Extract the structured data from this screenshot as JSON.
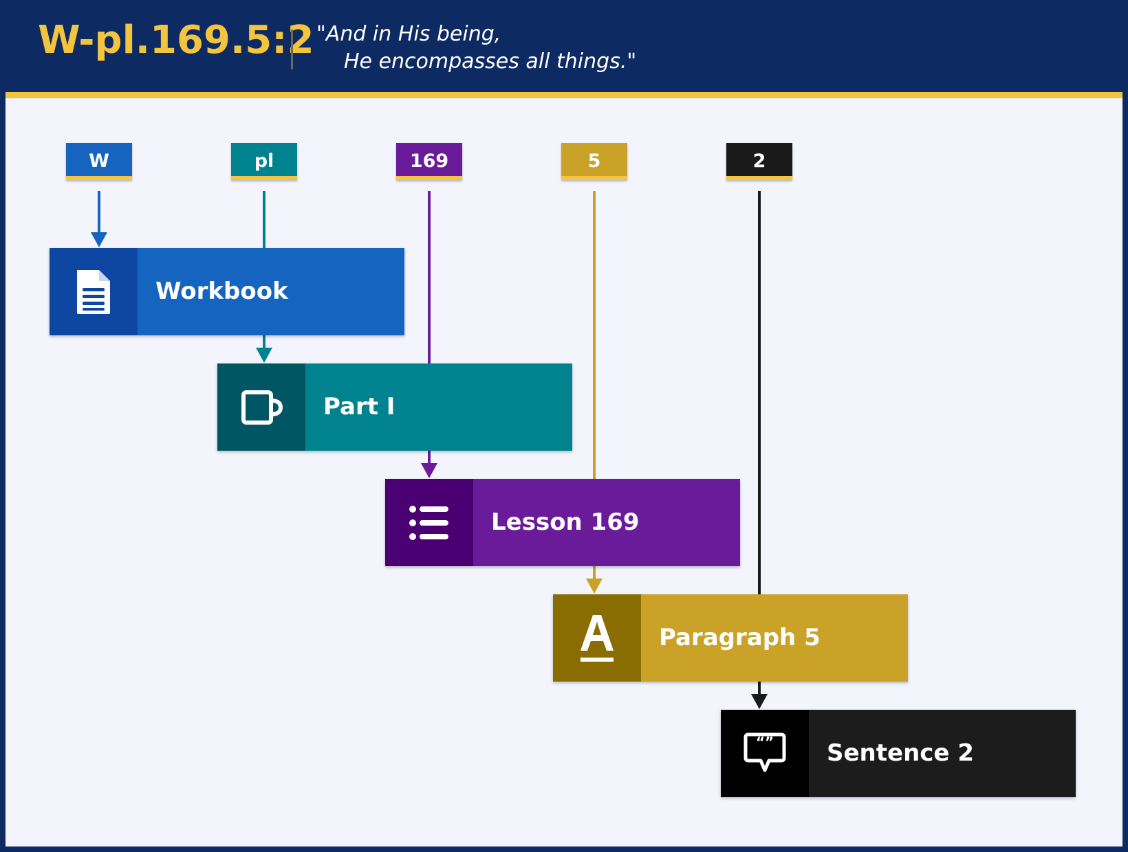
{
  "header": {
    "reference": "W-pl.169.5:2",
    "quote_line1": "\"And in His being,",
    "quote_line2": "He encompasses all things.\""
  },
  "colors": {
    "header_bg": "#0e2a62",
    "accent_gold": "#f3c53e",
    "canvas_bg": "#f3f4fc",
    "workbook": "#1565c0",
    "part": "#00838f",
    "lesson": "#6a1b9a",
    "paragraph": "#c9a227",
    "sentence": "#1c1c1c"
  },
  "tags": [
    {
      "text": "W",
      "color": "#1565c0"
    },
    {
      "text": "pl",
      "color": "#00838f"
    },
    {
      "text": "169",
      "color": "#6a1b9a"
    },
    {
      "text": "5",
      "color": "#c9a227"
    },
    {
      "text": "2",
      "color": "#1a1a1a"
    }
  ],
  "nodes": [
    {
      "label": "Workbook",
      "icon": "document-icon"
    },
    {
      "label": "Part I",
      "icon": "mug-icon"
    },
    {
      "label": "Lesson 169",
      "icon": "list-icon"
    },
    {
      "label": "Paragraph 5",
      "icon": "letter-a-icon"
    },
    {
      "label": "Sentence 2",
      "icon": "quote-bubble-icon"
    }
  ]
}
